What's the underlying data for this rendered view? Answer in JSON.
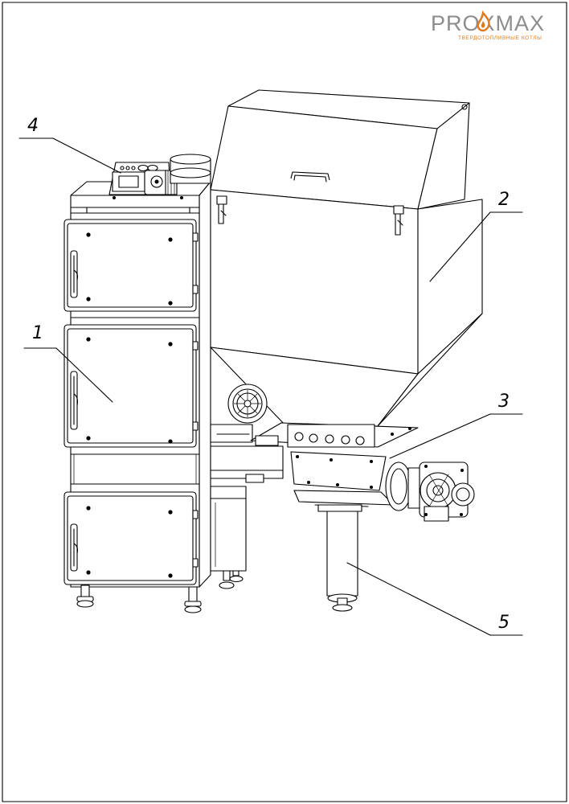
{
  "brand": {
    "logo_name": "PROXMAX",
    "tagline": "ТВЕРДОТОПЛИВНЫЕ КОТЛЫ",
    "accent_color": "#e07a1f",
    "text_color": "#8d8d8d"
  },
  "callouts": [
    "1",
    "2",
    "3",
    "4",
    "5"
  ]
}
